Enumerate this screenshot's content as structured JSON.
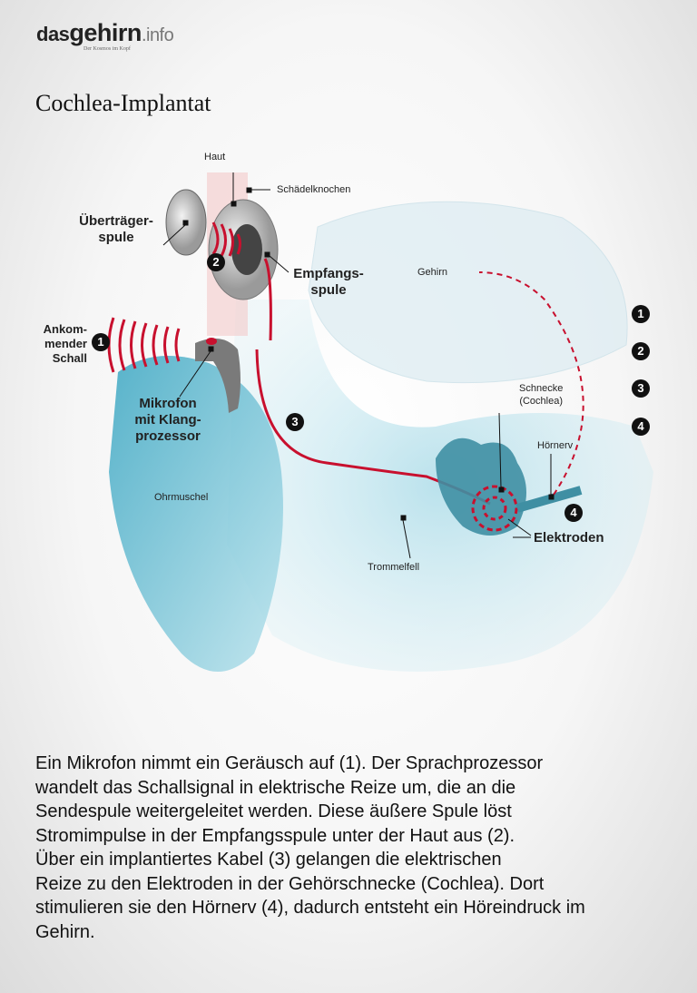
{
  "logo": {
    "part1": "das",
    "part2": "gehirn",
    "part3": ".info",
    "tagline": "Der Kosmos im Kopf"
  },
  "title": "Cochlea-Implantat",
  "labels": {
    "haut": "Haut",
    "schaedelknochen": "Schädelknochen",
    "uebertraeger": [
      "Überträger-",
      "spule"
    ],
    "empfangs": [
      "Empfangs-",
      "spule"
    ],
    "gehirn": "Gehirn",
    "schall": [
      "Ankom-",
      "mender",
      "Schall"
    ],
    "mikrofon": [
      "Mikrofon",
      "mit Klang-",
      "prozessor"
    ],
    "schnecke": [
      "Schnecke",
      "(Cochlea)"
    ],
    "hoernerv": "Hörnerv",
    "ohrmuschel": "Ohrmuschel",
    "elektroden": "Elektroden",
    "trommelfell": "Trommelfell"
  },
  "badges": [
    "1",
    "2",
    "3",
    "4"
  ],
  "colors": {
    "signal": "#c8102e",
    "tissue": "#5fb8cf",
    "skin": "#f3c9c9",
    "badge": "#111111"
  },
  "description": [
    "Ein Mikrofon nimmt ein Geräusch auf (1). Der Sprachprozessor",
    "wandelt das Schallsignal in elektrische Reize um, die an die",
    "Sendespule weitergeleitet werden. Diese äußere Spule löst",
    "Stromimpulse in der Empfangsspule unter der Haut aus (2).",
    "Über ein implantiertes Kabel (3) gelangen die elektrischen",
    "Reize zu den Elektroden in der Gehörschnecke (Cochlea). Dort",
    "stimulieren sie den Hörnerv (4), dadurch entsteht ein Höreindruck im Gehirn."
  ]
}
